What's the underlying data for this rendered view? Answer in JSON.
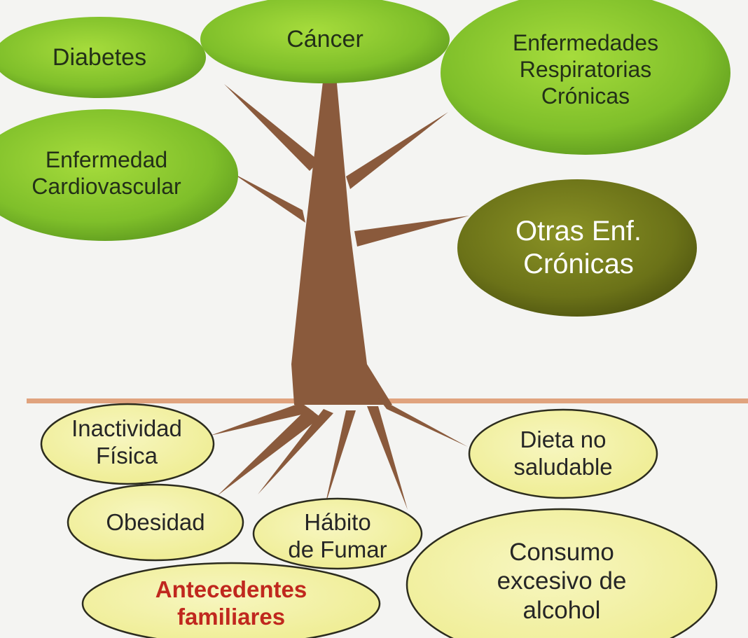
{
  "colors": {
    "background": "#f4f4f2",
    "leaf_green": "#7fbf2a",
    "leaf_dark": "#6b7218",
    "trunk_brown": "#8a5a3c",
    "ground_line": "#e0a37e",
    "root_yellow": "#f2f0a0",
    "highlight_red": "#c0281e"
  },
  "diseases": {
    "diabetes": [
      "Diabetes"
    ],
    "cancer": [
      "Cáncer"
    ],
    "respiratory": [
      "Enfermedades",
      "Respiratorias",
      "Crónicas"
    ],
    "cardiovascular": [
      "Enfermedad",
      "Cardiovascular"
    ],
    "other_chronic": [
      "Otras Enf.",
      "Crónicas"
    ]
  },
  "risk_factors": {
    "inactivity": [
      "Inactividad",
      "Física"
    ],
    "diet": [
      "Dieta no",
      "saludable"
    ],
    "obesity": [
      "Obesidad"
    ],
    "smoking": [
      "Hábito",
      "de Fumar"
    ],
    "alcohol": [
      "Consumo",
      "excesivo de",
      "alcohol"
    ],
    "family_history": [
      "Antecedentes",
      "familiares"
    ]
  }
}
